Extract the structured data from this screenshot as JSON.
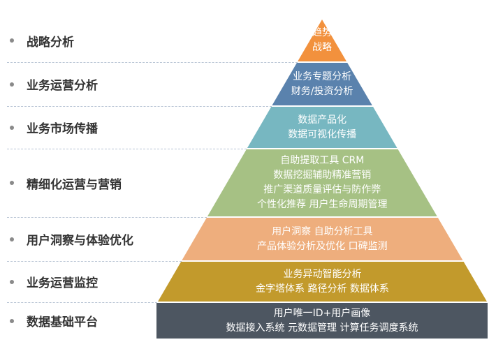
{
  "categories": [
    {
      "label": "战略分析"
    },
    {
      "label": "业务运营分析"
    },
    {
      "label": "业务市场传播"
    },
    {
      "label": "精细化运营与营销"
    },
    {
      "label": "用户洞察与体验优化"
    },
    {
      "label": "业务运营监控"
    },
    {
      "label": "数据基础平台"
    }
  ],
  "tiers": [
    {
      "color": "#f2913d",
      "lines": [
        "趋势",
        "战略"
      ]
    },
    {
      "color": "#5a82ad",
      "lines": [
        "业务专题分析",
        "财务/投资分析"
      ]
    },
    {
      "color": "#77b7c1",
      "lines": [
        "数据产品化",
        "数据可视化传播"
      ]
    },
    {
      "color": "#a6c184",
      "lines": [
        "自助提取工具 CRM",
        "数据挖掘辅助精准营销",
        "推广渠道质量评估与防作弊",
        "个性化推荐  用户生命周期管理"
      ]
    },
    {
      "color": "#eeae7d",
      "lines": [
        "用户洞察  自助分析工具",
        "产品体验分析及优化  口碑监测"
      ]
    },
    {
      "color": "#c29a2c",
      "lines": [
        "业务异动智能分析",
        "金字塔体系  路径分析  数据体系"
      ]
    },
    {
      "color": "#4d5661",
      "lines": [
        "用户唯一ID+用户画像",
        "数据接入系统  元数据管理  计算任务调度系统"
      ]
    }
  ]
}
